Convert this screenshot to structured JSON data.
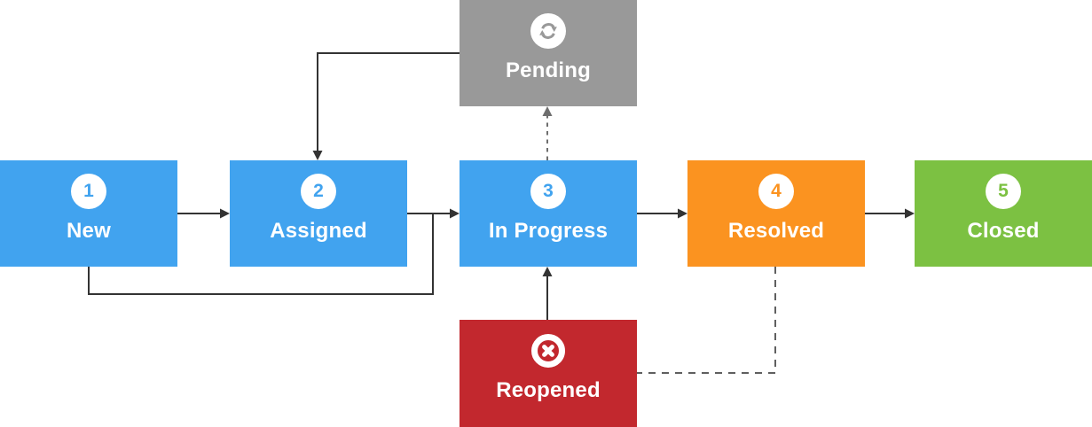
{
  "diagram": {
    "nodes": [
      {
        "id": "new",
        "step": "1",
        "label": "New",
        "color": "#41A3EF"
      },
      {
        "id": "assigned",
        "step": "2",
        "label": "Assigned",
        "color": "#41A3EF"
      },
      {
        "id": "in_progress",
        "step": "3",
        "label": "In Progress",
        "color": "#41A3EF"
      },
      {
        "id": "resolved",
        "step": "4",
        "label": "Resolved",
        "color": "#FB9320"
      },
      {
        "id": "closed",
        "step": "5",
        "label": "Closed",
        "color": "#7CC142"
      },
      {
        "id": "pending",
        "label": "Pending",
        "color": "#999999",
        "icon": "sync-icon"
      },
      {
        "id": "reopened",
        "label": "Reopened",
        "color": "#C2282E",
        "icon": "x-circle-icon"
      }
    ],
    "connectors": {
      "solid_color": "#333333",
      "dashed_gray_color": "#6E6E6E",
      "dashed_dark_color": "#5F5F5F",
      "edges": [
        {
          "from": "New",
          "to": "Assigned",
          "style": "solid-arrow"
        },
        {
          "from": "Assigned",
          "to": "In Progress",
          "style": "solid-arrow"
        },
        {
          "from": "New",
          "to": "In Progress",
          "style": "solid-arrow-bypass"
        },
        {
          "from": "In Progress",
          "to": "Resolved",
          "style": "solid-arrow"
        },
        {
          "from": "Resolved",
          "to": "Closed",
          "style": "solid-arrow"
        },
        {
          "from": "Pending",
          "to": "Assigned",
          "style": "solid-arrow"
        },
        {
          "from": "In Progress",
          "to": "Pending",
          "style": "dashed-arrow"
        },
        {
          "from": "Reopened",
          "to": "In Progress",
          "style": "solid-arrow"
        },
        {
          "from": "Resolved",
          "to": "Reopened",
          "style": "dashed-line"
        }
      ]
    }
  }
}
